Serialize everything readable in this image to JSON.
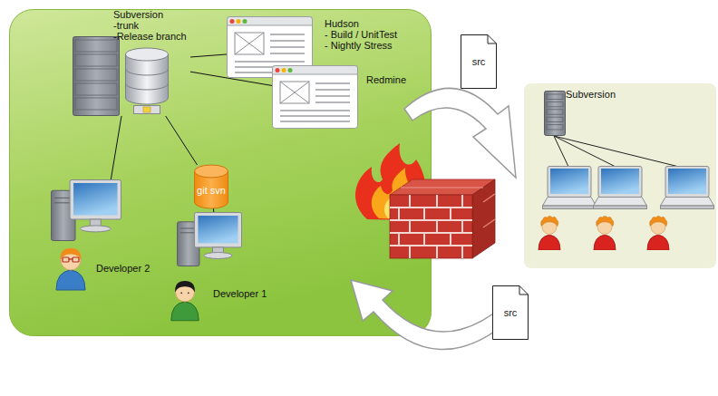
{
  "diagram": {
    "nodes": [
      {
        "text": [
          "Subversion",
          "-trunk",
          "-Release branch"
        ]
      },
      {
        "text": [
          "Hudson",
          "- Build / UnitTest",
          "- Nightly Stress"
        ]
      },
      {
        "text": [
          "Redmine"
        ]
      },
      {
        "text": [
          "git svn"
        ]
      },
      {
        "text": [
          "Developer 2"
        ]
      },
      {
        "text": [
          "Developer 1"
        ]
      },
      {
        "text": [
          "src"
        ]
      },
      {
        "text": [
          "src"
        ]
      },
      {
        "text": [
          "Subversion"
        ]
      }
    ],
    "edges": [
      {
        "from": 0,
        "to": 1,
        "arrow": "none"
      },
      {
        "from": 0,
        "to": 2,
        "arrow": "none"
      },
      {
        "from": 0,
        "to": 4,
        "arrow": "none"
      },
      {
        "from": 0,
        "to": 3,
        "arrow": "none"
      },
      {
        "from": 3,
        "to": 5,
        "arrow": "none"
      }
    ]
  }
}
